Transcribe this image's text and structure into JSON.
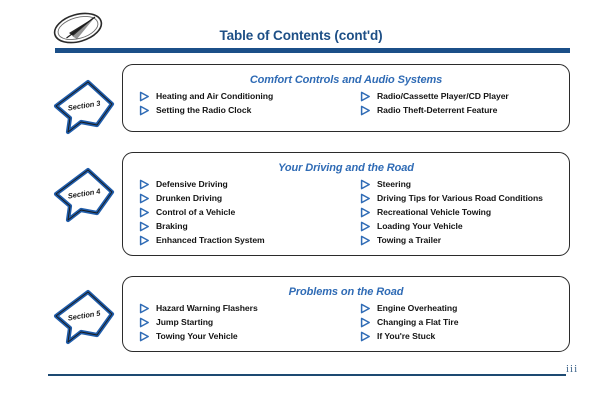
{
  "document": {
    "title": "Table of Contents (cont'd)",
    "page_number": "iii",
    "logo_icon": "oldsmobile-rocket-emblem",
    "colors": {
      "title_blue": "#1d4f86",
      "rule_blue": "#1b4f88",
      "heading_blue": "#2f6bb5",
      "badge_blue": "#1f5caa",
      "footer_blue": "#1d4a72",
      "text_black": "#141414"
    }
  },
  "sections": [
    {
      "badge_label": "Section 3",
      "heading": "Comfort Controls and Audio Systems",
      "left_column": [
        {
          "bullet_icon": "triangle-right-outline-icon",
          "label": "Heating and Air Conditioning"
        },
        {
          "bullet_icon": "triangle-right-outline-icon",
          "label": "Setting the Radio Clock"
        }
      ],
      "right_column": [
        {
          "bullet_icon": "triangle-right-outline-icon",
          "label": "Radio/Cassette Player/CD Player"
        },
        {
          "bullet_icon": "triangle-right-outline-icon",
          "label": "Radio Theft-Deterrent Feature"
        }
      ]
    },
    {
      "badge_label": "Section 4",
      "heading": "Your Driving and the Road",
      "left_column": [
        {
          "bullet_icon": "triangle-right-outline-icon",
          "label": "Defensive Driving"
        },
        {
          "bullet_icon": "triangle-right-outline-icon",
          "label": "Drunken Driving"
        },
        {
          "bullet_icon": "triangle-right-outline-icon",
          "label": "Control of a Vehicle"
        },
        {
          "bullet_icon": "triangle-right-outline-icon",
          "label": "Braking"
        },
        {
          "bullet_icon": "triangle-right-outline-icon",
          "label": "Enhanced Traction System"
        }
      ],
      "right_column": [
        {
          "bullet_icon": "triangle-right-outline-icon",
          "label": "Steering"
        },
        {
          "bullet_icon": "triangle-right-outline-icon",
          "label": "Driving Tips for Various Road Conditions"
        },
        {
          "bullet_icon": "triangle-right-outline-icon",
          "label": "Recreational Vehicle Towing"
        },
        {
          "bullet_icon": "triangle-right-outline-icon",
          "label": "Loading Your Vehicle"
        },
        {
          "bullet_icon": "triangle-right-outline-icon",
          "label": "Towing a Trailer"
        }
      ]
    },
    {
      "badge_label": "Section 5",
      "heading": "Problems on the Road",
      "left_column": [
        {
          "bullet_icon": "triangle-right-outline-icon",
          "label": "Hazard Warning Flashers"
        },
        {
          "bullet_icon": "triangle-right-outline-icon",
          "label": "Jump Starting"
        },
        {
          "bullet_icon": "triangle-right-outline-icon",
          "label": "Towing Your Vehicle"
        }
      ],
      "right_column": [
        {
          "bullet_icon": "triangle-right-outline-icon",
          "label": "Engine Overheating"
        },
        {
          "bullet_icon": "triangle-right-outline-icon",
          "label": "Changing a Flat Tire"
        },
        {
          "bullet_icon": "triangle-right-outline-icon",
          "label": "If You're Stuck"
        }
      ]
    }
  ]
}
